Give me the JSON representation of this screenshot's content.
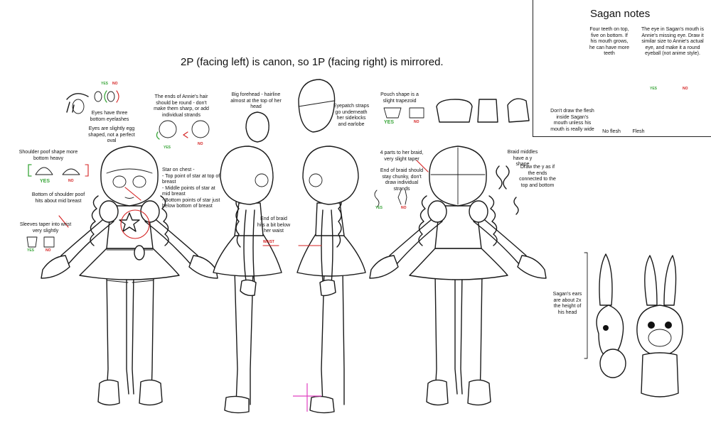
{
  "title": "2P (facing left) is canon, so 1P (facing right) is mirrored.",
  "labels": {
    "yes": "YES",
    "no": "NO",
    "waist": "WAIST"
  },
  "notes": {
    "eyelashes": "Eyes have three bottom eyelashes",
    "egg": "Eyes are slightly egg shaped, not a perfect oval",
    "hair_ends": "The ends of Annie's hair should be round - don't make them sharp, or add individual strands",
    "forehead": "Big forehead - hairline almost at the top of her head",
    "eyepatch": "Eyepatch straps go underneath her sidelocks and earlobe",
    "pouch": "Pouch shape is a slight trapezoid",
    "shoulder_poof": "Shoulder poof shape more bottom heavy",
    "poof_bottom": "Bottom of shoulder poof hits about mid breast",
    "sleeves": "Sleeves taper into wrist very slightly",
    "star": "Star on chest -\n- Top point of star at top of breast\n- Middle points of star at mid breast\n- Bottom points of star just below bottom of breast",
    "braid_end": "End of braid hits a bit below her waist",
    "braid_parts": "4 parts to her braid, very slight taper",
    "braid_chunky": "End of braid should stay chunky, don't draw individual strands",
    "braid_middles": "Braid middles have a y shape",
    "draw_y": "Draw the y as if the ends connected to the top and bottom",
    "sagan_ears": "Sagan's ears are about 2x the height of his head"
  },
  "sagan": {
    "title": "Sagan notes",
    "teeth": "Four teeth on top, five on bottom. If his mouth grows, he can have more teeth",
    "eye": "The eye in Sagan's mouth is Annie's missing eye. Draw it similar size to Annie's actual eye, and make it a round eyeball (not anime style).",
    "flesh_note": "Don't draw the flesh inside Sagan's mouth unless his mouth is really wide",
    "no_flesh": "No flesh",
    "flesh": "Flesh"
  },
  "colors": {
    "yes": "#3aa63a",
    "no": "#d42020",
    "guide": "#e040c0"
  }
}
